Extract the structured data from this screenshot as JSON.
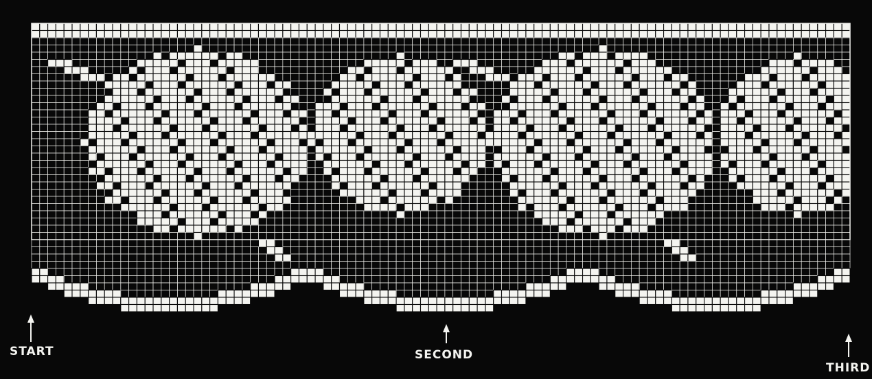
{
  "pattern": {
    "description_kind": "filet crochet chart",
    "colors": {
      "background": "#080808",
      "grid_line": "#f4f4f0",
      "filled_block": "#f4f4f0",
      "label": "#f4f4f0"
    },
    "grid": {
      "columns": 101,
      "rows": 40
    },
    "filled_regions": {
      "top_border_rows": [
        [
          0,
          0,
          100
        ],
        [
          1,
          0,
          100
        ]
      ],
      "motif_a_oval": {
        "col_center": 20,
        "row_center": 16,
        "col_radius": 14,
        "row_radius": 13
      },
      "motif_a_stem": [
        [
          5,
          2,
          4
        ],
        [
          6,
          4,
          6
        ],
        [
          7,
          6,
          8
        ],
        [
          30,
          28,
          29
        ],
        [
          31,
          29,
          30
        ],
        [
          32,
          30,
          31
        ]
      ],
      "motif_b_oval": {
        "col_center": 45,
        "row_center": 15,
        "col_radius": 11,
        "row_radius": 11
      },
      "motif_c_oval": {
        "col_center": 70,
        "row_center": 16,
        "col_radius": 14,
        "row_radius": 13
      },
      "motif_c_stem": [
        [
          5,
          52,
          54
        ],
        [
          6,
          54,
          56
        ],
        [
          7,
          56,
          58
        ],
        [
          30,
          78,
          79
        ],
        [
          31,
          79,
          80
        ],
        [
          32,
          80,
          81
        ]
      ],
      "motif_d_oval": {
        "col_center": 94,
        "row_center": 15,
        "col_radius": 10,
        "row_radius": 11
      }
    }
  },
  "markers": [
    {
      "label": "START"
    },
    {
      "label": "SECOND"
    },
    {
      "label": "THIRD"
    }
  ]
}
